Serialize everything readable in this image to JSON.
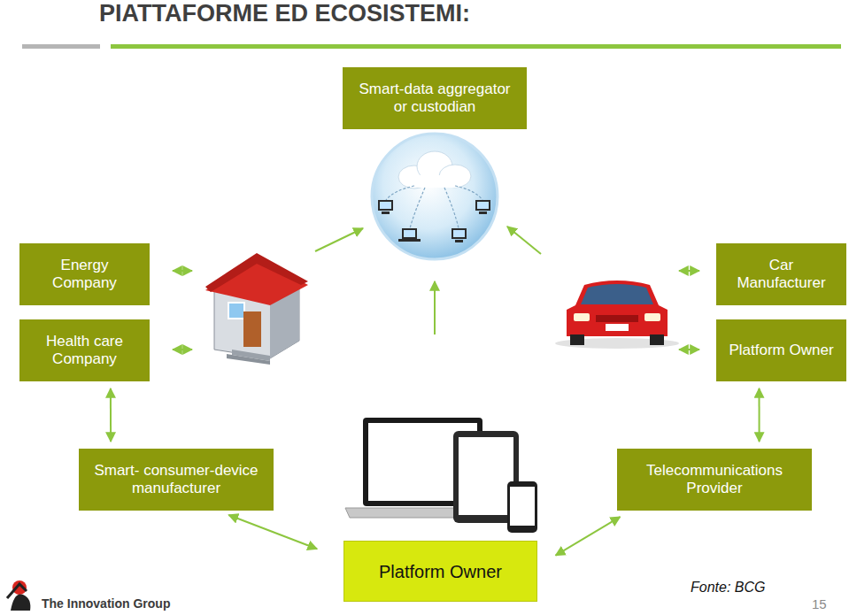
{
  "diagram": {
    "title": "PIATTAFORME ED ECOSISTEMI:",
    "nodes": [
      {
        "text": [
          "Smart-data aggregator or custodian"
        ]
      },
      {
        "text": [
          "Energy Company"
        ]
      },
      {
        "text": [
          "Health care Company"
        ]
      },
      {
        "text": [
          "Car Manufacturer"
        ]
      },
      {
        "text": [
          "Platform Owner"
        ]
      },
      {
        "text": [
          "Smart- consumer-device manufacturer"
        ]
      },
      {
        "text": [
          "Telecommunications Provider"
        ]
      },
      {
        "text": [
          "Platform Owner"
        ]
      }
    ],
    "edges": [
      {
        "from": 2,
        "to": 5,
        "arrow": "both"
      },
      {
        "from": 4,
        "to": 6,
        "arrow": "both"
      },
      {
        "from": 5,
        "to": 7,
        "arrow": "both"
      },
      {
        "from": 6,
        "to": 7,
        "arrow": "both"
      }
    ],
    "labels": [
      "The Innovation Group",
      "Fonte: BCG",
      "15"
    ]
  }
}
